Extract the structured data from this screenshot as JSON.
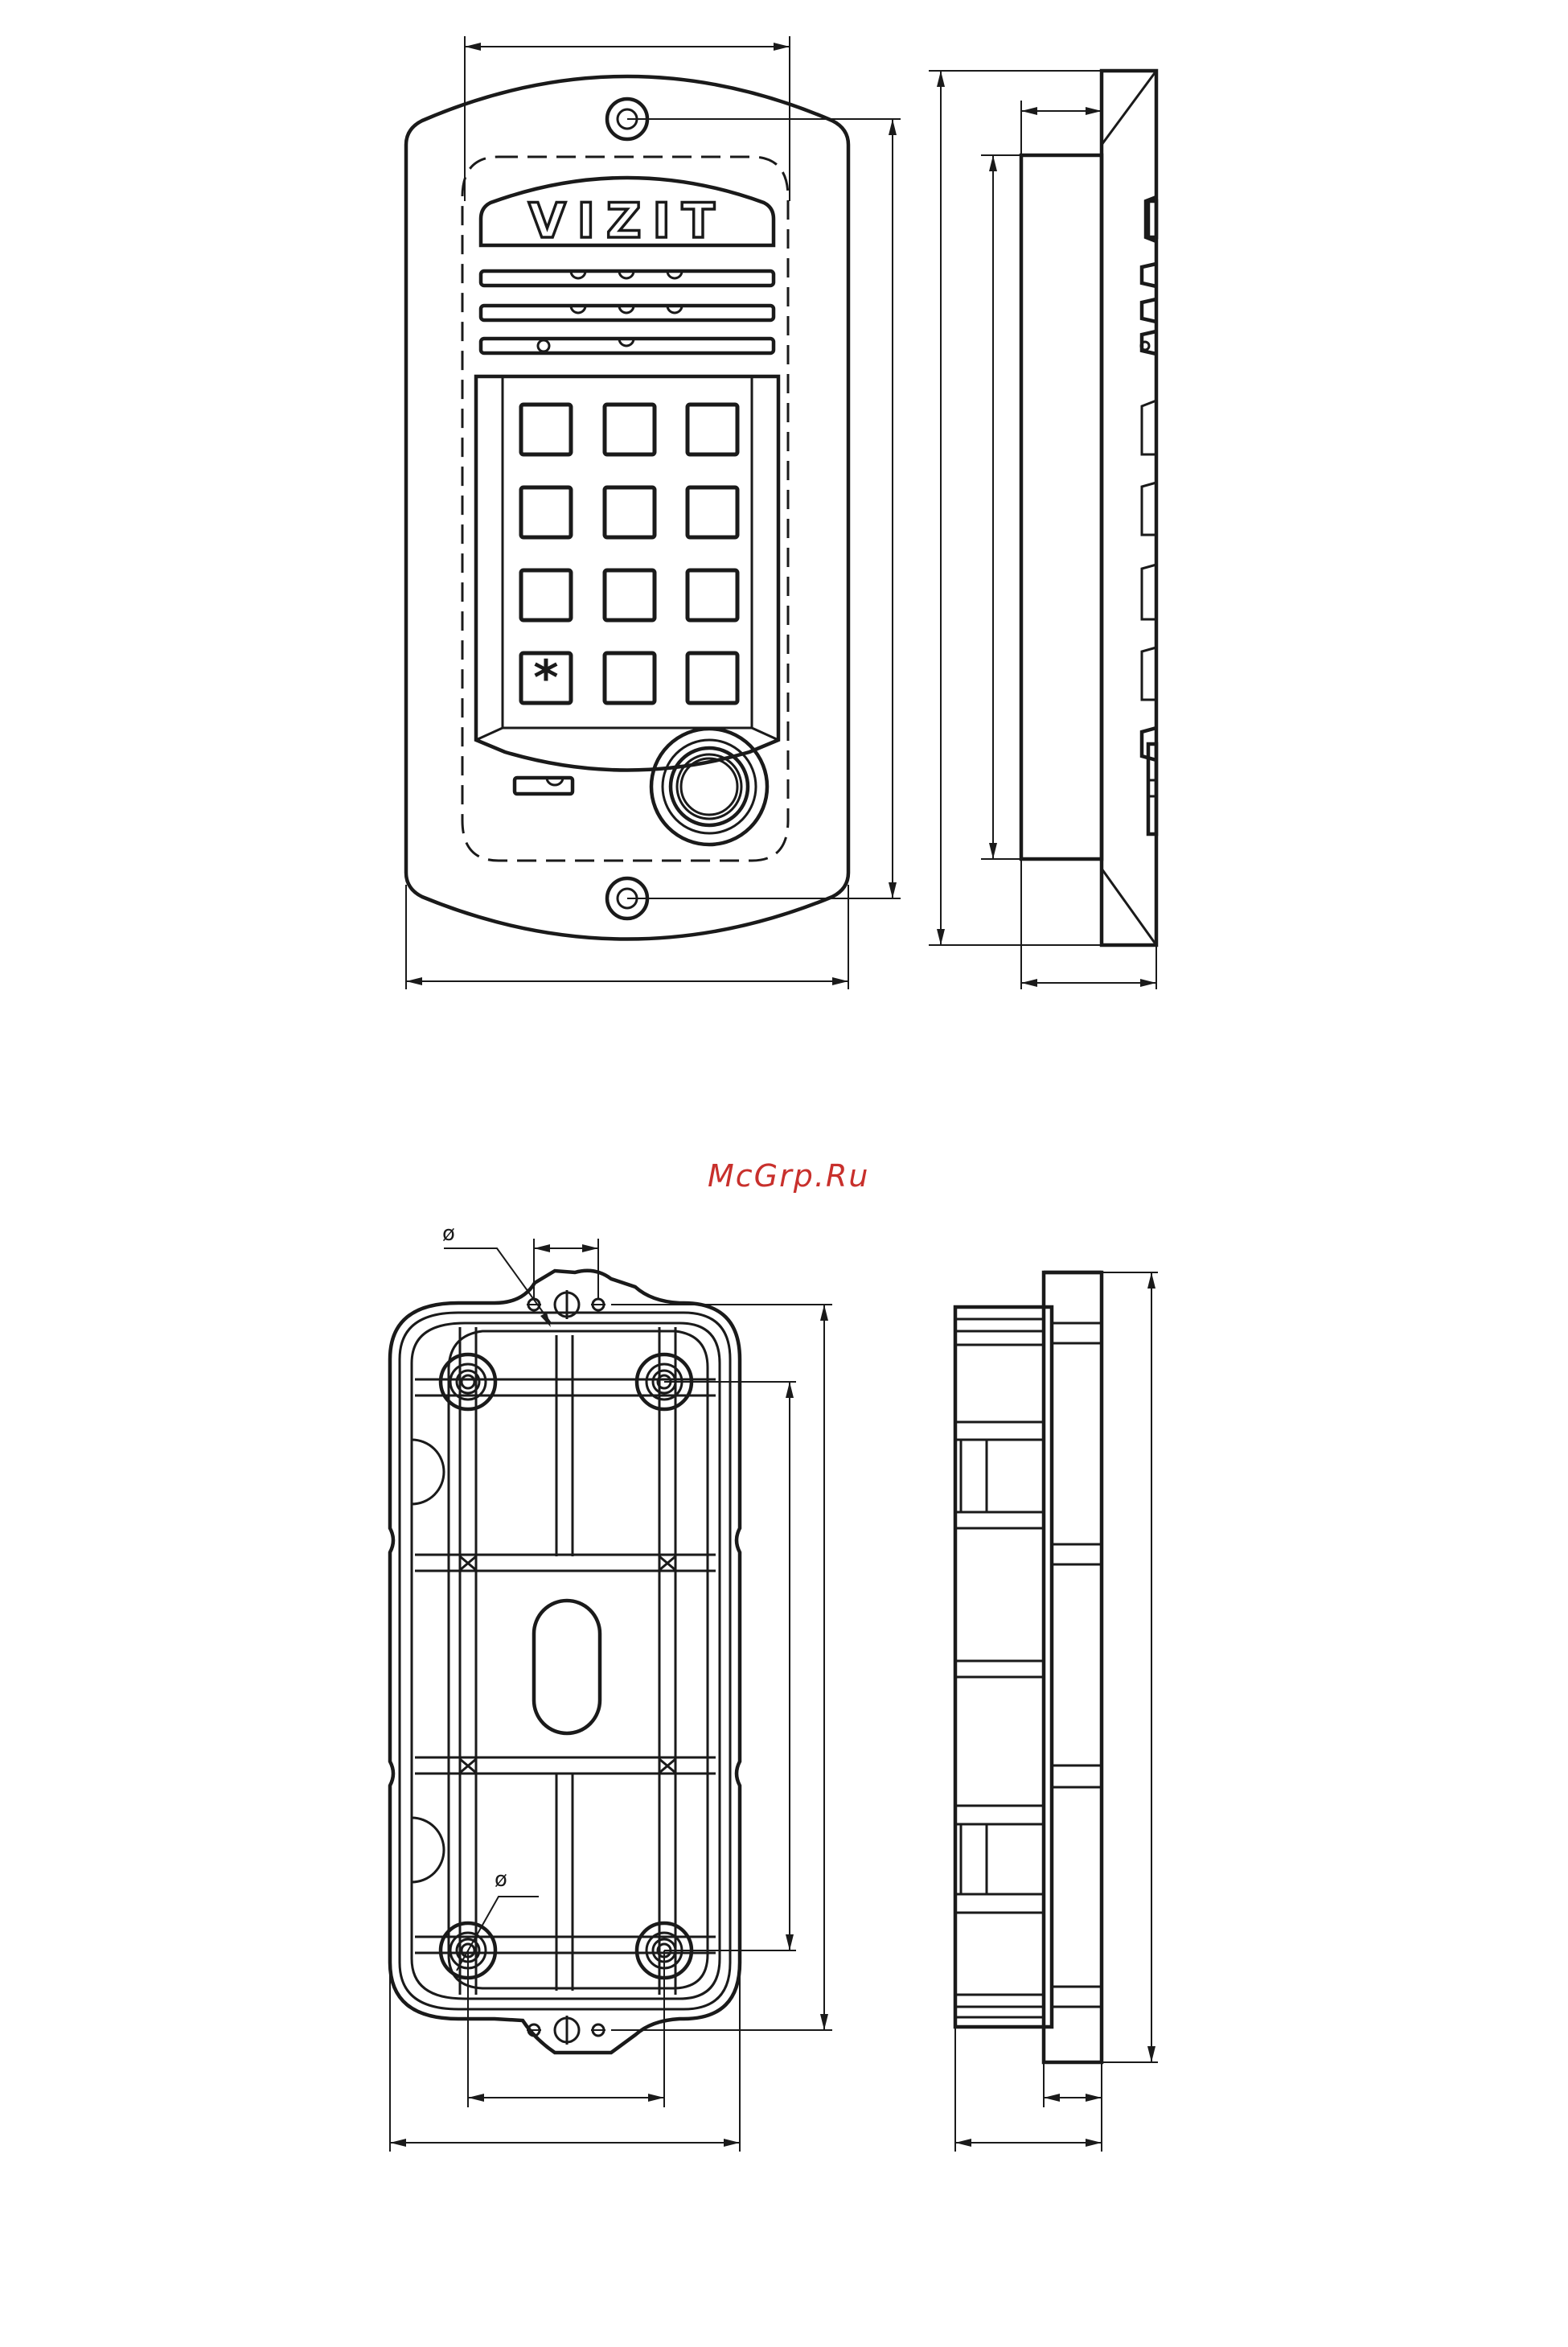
{
  "brand": {
    "label": "VIZIT"
  },
  "keypad": {
    "keys": [
      "",
      "",
      "",
      "",
      "",
      "",
      "",
      "",
      "",
      "*",
      "",
      ""
    ]
  },
  "watermark": {
    "text": "McGrp.Ru"
  },
  "mounting_box": {
    "hole_label_top": "ø",
    "hole_label_bottom": "ø"
  }
}
